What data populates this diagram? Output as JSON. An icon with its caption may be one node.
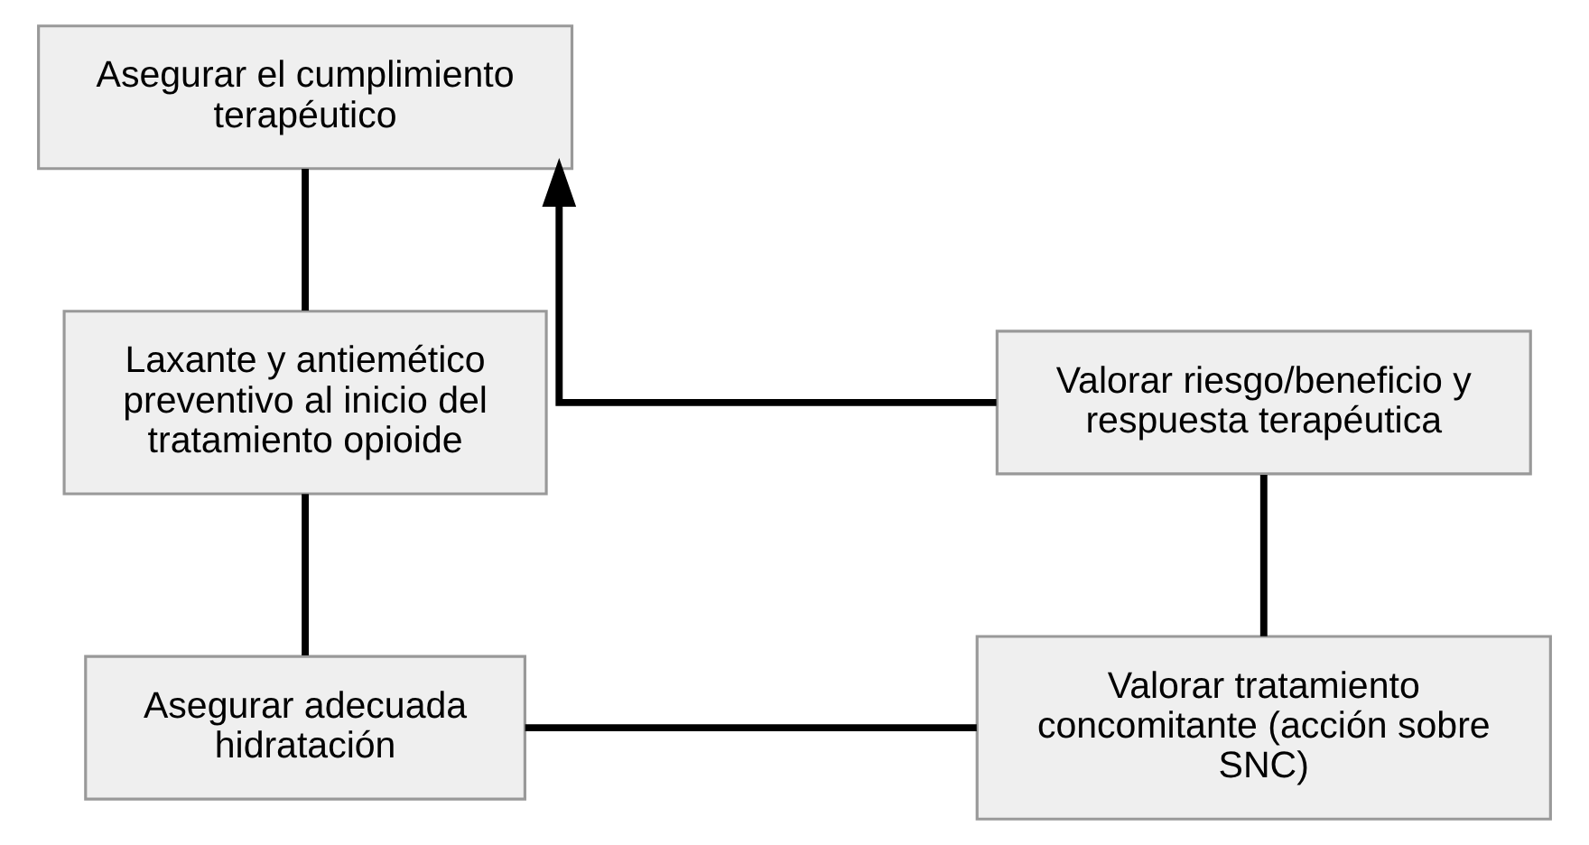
{
  "diagram": {
    "nodes": [
      {
        "text": [
          "Asegurar el cumplimiento terapéutico"
        ]
      },
      {
        "text": [
          "Laxante y antiemético preventivo al inicio del tratamiento opioide"
        ]
      },
      {
        "text": [
          "Asegurar adecuada hidratación"
        ]
      },
      {
        "text": [
          "Valorar tratamiento concomitante (acción sobre SNC)"
        ]
      },
      {
        "text": [
          "Valorar riesgo/beneficio y respuesta terapéutica"
        ]
      }
    ],
    "edges": [
      {
        "from": 0,
        "to": 1,
        "arrow": "none"
      },
      {
        "from": 1,
        "to": 2,
        "arrow": "none"
      },
      {
        "from": 2,
        "to": 3,
        "arrow": "none"
      },
      {
        "from": 3,
        "to": 4,
        "arrow": "none"
      },
      {
        "from": 4,
        "to": 0,
        "arrow": "to"
      }
    ]
  }
}
